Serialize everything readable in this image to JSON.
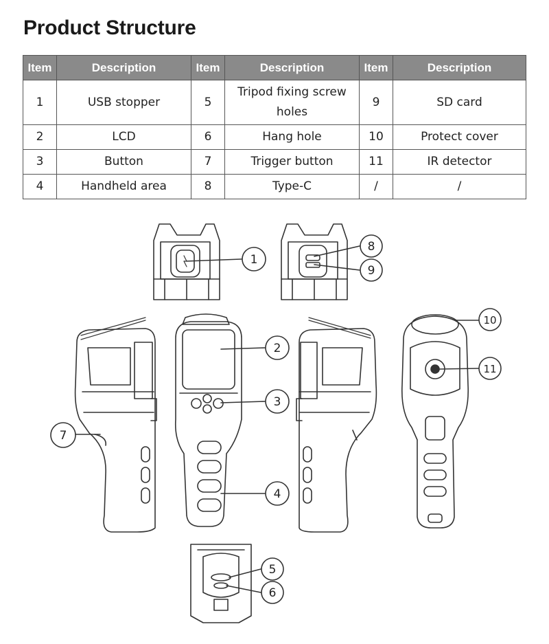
{
  "title": "Product Structure",
  "table": {
    "headers": [
      "Item",
      "Description",
      "Item",
      "Description",
      "Item",
      "Description"
    ],
    "rows": [
      [
        {
          "item": "1",
          "desc": "USB stopper"
        },
        {
          "item": "5",
          "desc": "Tripod fixing screw holes"
        },
        {
          "item": "9",
          "desc": "SD card"
        }
      ],
      [
        {
          "item": "2",
          "desc": "LCD"
        },
        {
          "item": "6",
          "desc": "Hang hole"
        },
        {
          "item": "10",
          "desc": "Protect cover"
        }
      ],
      [
        {
          "item": "3",
          "desc": "Button"
        },
        {
          "item": "7",
          "desc": "Trigger button"
        },
        {
          "item": "11",
          "desc": "IR detector"
        }
      ],
      [
        {
          "item": "4",
          "desc": "Handheld area"
        },
        {
          "item": "8",
          "desc": "Type-C"
        },
        {
          "item": "/",
          "desc": "/"
        }
      ]
    ]
  },
  "callouts": [
    "1",
    "2",
    "3",
    "4",
    "5",
    "6",
    "7",
    "8",
    "9",
    "10",
    "11"
  ]
}
